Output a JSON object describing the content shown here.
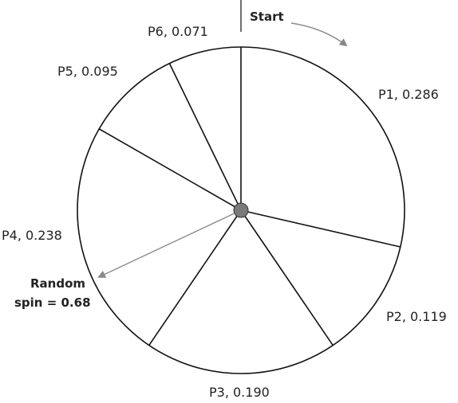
{
  "start_label": "Start",
  "spin_label_line1": "Random",
  "spin_label_line2": "spin = 0.68",
  "spin_value": 0.68,
  "segments": [
    {
      "label": "P1, 0.286",
      "probability": 0.286
    },
    {
      "label": "P2, 0.119",
      "probability": 0.119
    },
    {
      "label": "P3, 0.190",
      "probability": 0.19
    },
    {
      "label": "P4, 0.238",
      "probability": 0.238
    },
    {
      "label": "P5, 0.095",
      "probability": 0.095
    },
    {
      "label": "P6, 0.071",
      "probability": 0.071
    }
  ],
  "colors": {
    "line": "#111111",
    "arrow": "#888888",
    "hub": "#7a7a7a"
  }
}
